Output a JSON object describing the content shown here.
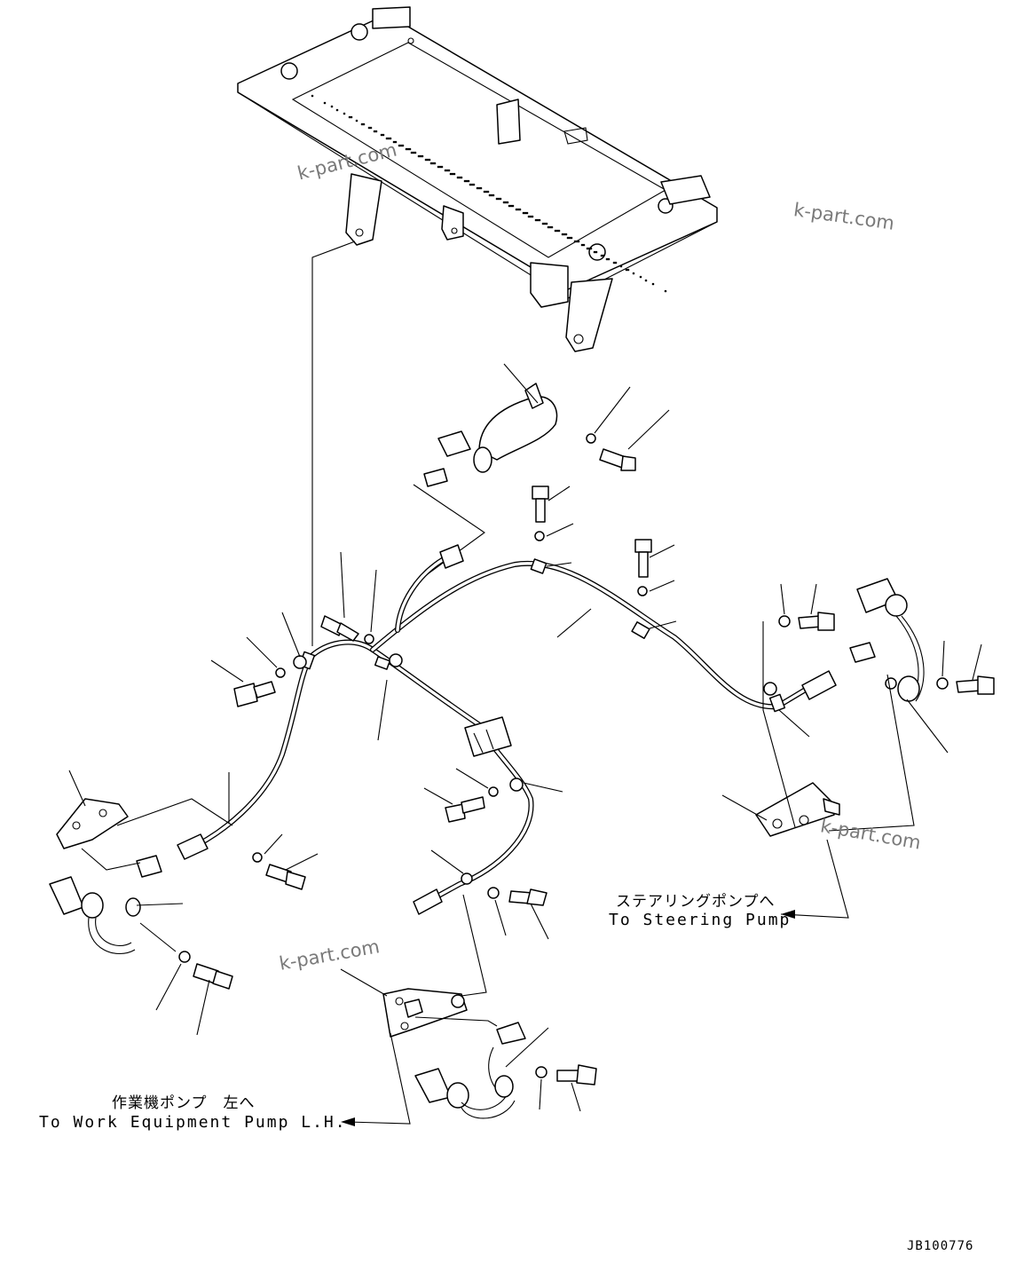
{
  "labels": {
    "steering_pump_jp": "ステアリングポンプへ",
    "steering_pump_en": "To Steering Pump",
    "work_pump_jp": "作業機ポンプ　左へ",
    "work_pump_en": "To Work Equipment Pump L.H."
  },
  "watermarks": [
    "k-part.com",
    "k-part.com",
    "k-part.com",
    "k-part.com"
  ],
  "drawing_code": "JB100776"
}
